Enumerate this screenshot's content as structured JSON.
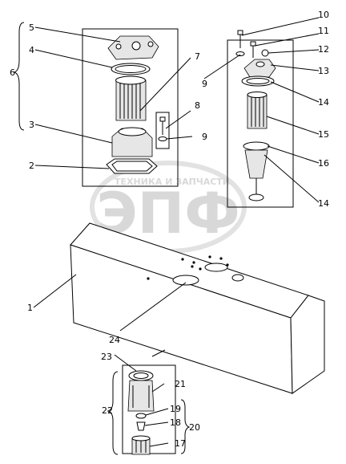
{
  "callouts": [
    {
      "id": "c1",
      "label": "1"
    },
    {
      "id": "c2",
      "label": "2"
    },
    {
      "id": "c3",
      "label": "3"
    },
    {
      "id": "c4",
      "label": "4"
    },
    {
      "id": "c5",
      "label": "5"
    },
    {
      "id": "c6",
      "label": "6"
    },
    {
      "id": "c7",
      "label": "7"
    },
    {
      "id": "c8",
      "label": "8"
    },
    {
      "id": "c9a",
      "label": "9"
    },
    {
      "id": "c9b",
      "label": "9"
    },
    {
      "id": "c10",
      "label": "10"
    },
    {
      "id": "c11",
      "label": "11"
    },
    {
      "id": "c12",
      "label": "12"
    },
    {
      "id": "c13",
      "label": "13"
    },
    {
      "id": "c14a",
      "label": "14"
    },
    {
      "id": "c14b",
      "label": "14"
    },
    {
      "id": "c15",
      "label": "15"
    },
    {
      "id": "c16",
      "label": "16"
    },
    {
      "id": "c17",
      "label": "17"
    },
    {
      "id": "c18",
      "label": "18"
    },
    {
      "id": "c19",
      "label": "19"
    },
    {
      "id": "c20",
      "label": "20"
    },
    {
      "id": "c21",
      "label": "21"
    },
    {
      "id": "c22",
      "label": "22"
    },
    {
      "id": "c23",
      "label": "23"
    },
    {
      "id": "c24",
      "label": "24"
    }
  ],
  "watermark": {
    "logo_text": "ЭПФ",
    "brand_text": "ТЕХНИКА И ЗАПЧАСТИ"
  }
}
